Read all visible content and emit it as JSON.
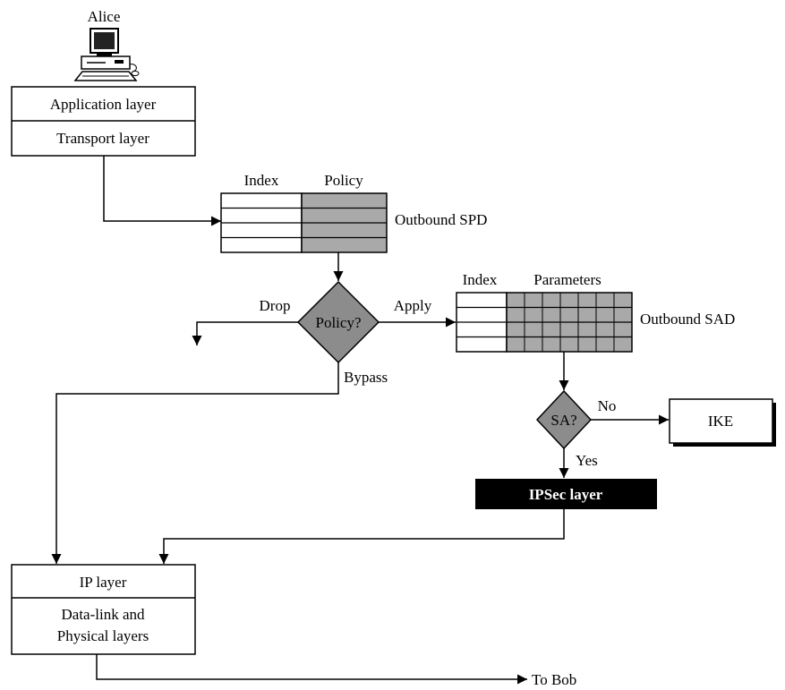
{
  "alice": "Alice",
  "sender_stack": {
    "application": "Application layer",
    "transport": "Transport layer"
  },
  "spd": {
    "index_header": "Index",
    "policy_header": "Policy",
    "label": "Outbound SPD"
  },
  "policy_decision": {
    "label": "Policy?",
    "drop": "Drop",
    "apply": "Apply",
    "bypass": "Bypass"
  },
  "sad": {
    "index_header": "Index",
    "parameters_header": "Parameters",
    "label": "Outbound SAD"
  },
  "sa_decision": {
    "label": "SA?",
    "no": "No",
    "yes": "Yes"
  },
  "ike": "IKE",
  "ipsec_layer": "IPSec layer",
  "receiver_stack": {
    "ip": "IP layer",
    "datalink_line1": "Data-link and",
    "datalink_line2": "Physical layers"
  },
  "destination": "To Bob",
  "colors": {
    "shaded": "#a9a9a9",
    "diamond": "#8c8c8c",
    "ipsec_fill": "#000000"
  }
}
